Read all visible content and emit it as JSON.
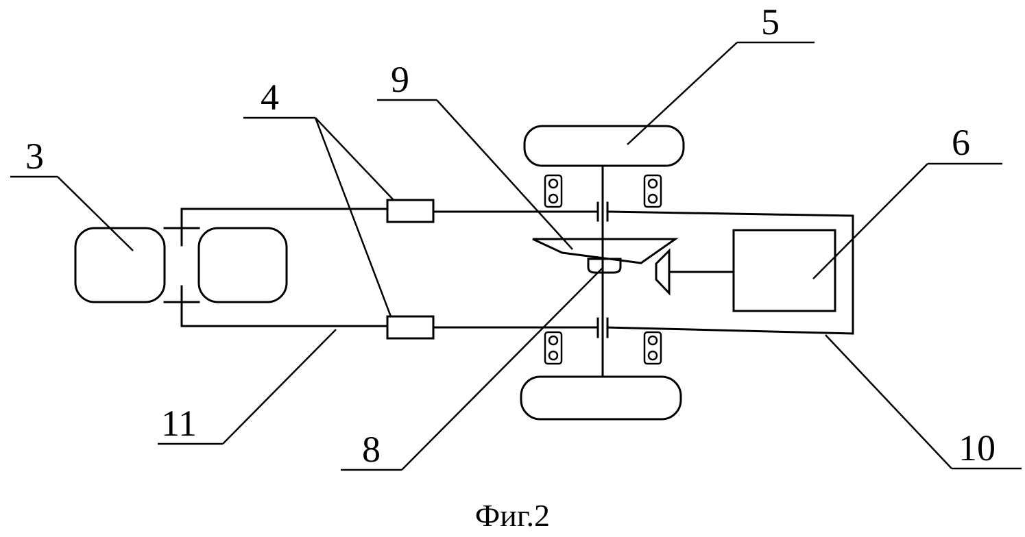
{
  "figure": {
    "caption": "Фиг.2",
    "labels": {
      "n3": "3",
      "n4": "4",
      "n5": "5",
      "n6": "6",
      "n8": "8",
      "n9": "9",
      "n10": "10",
      "n11": "11"
    }
  }
}
